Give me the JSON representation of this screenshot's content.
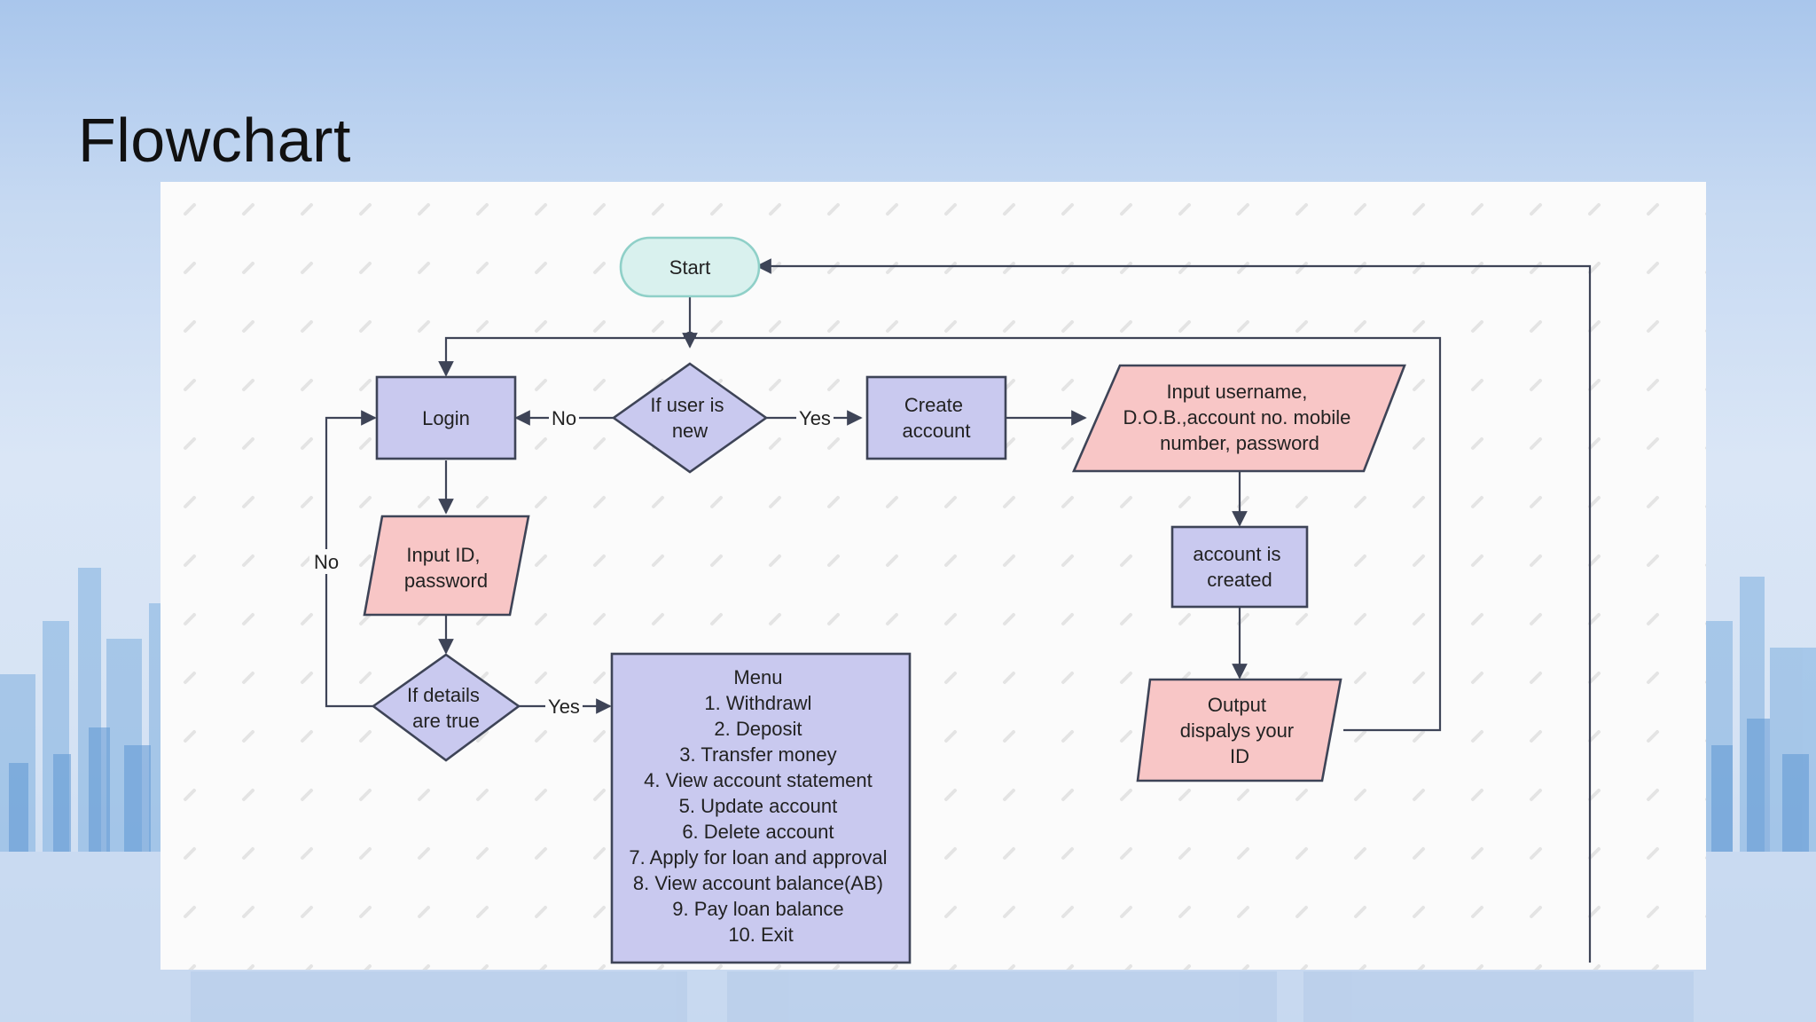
{
  "slide": {
    "title": "Flowchart"
  },
  "flowchart": {
    "nodes": {
      "start": [
        "Start"
      ],
      "decision_new_user": [
        "If user is",
        "new"
      ],
      "login": [
        "Login"
      ],
      "create_account": [
        "Create",
        "account"
      ],
      "input_user_details": [
        "Input username,",
        "D.O.B.,account no. mobile",
        "number, password"
      ],
      "account_created": [
        "account is",
        "created"
      ],
      "input_id_password": [
        "Input ID,",
        "password"
      ],
      "decision_details_true": [
        "If details",
        "are true"
      ],
      "output_id": [
        "Output",
        "dispalys your",
        "ID"
      ],
      "menu": [
        "Menu",
        "1. Withdrawl",
        "2. Deposit",
        "3. Transfer money",
        "4. View account statement",
        "5. Update account",
        "6. Delete account",
        "7. Apply for loan and approval",
        "8. View account balance(AB)",
        "9. Pay loan balance",
        "10. Exit"
      ]
    },
    "edge_labels": {
      "new_user_no": "No",
      "new_user_yes": "Yes",
      "details_no": "No",
      "details_yes": "Yes"
    }
  },
  "colors": {
    "process_fill": "#c9c9ef",
    "io_fill": "#f8c6c6",
    "terminal_fill": "#d9f1ee",
    "stroke": "#3e4457"
  }
}
